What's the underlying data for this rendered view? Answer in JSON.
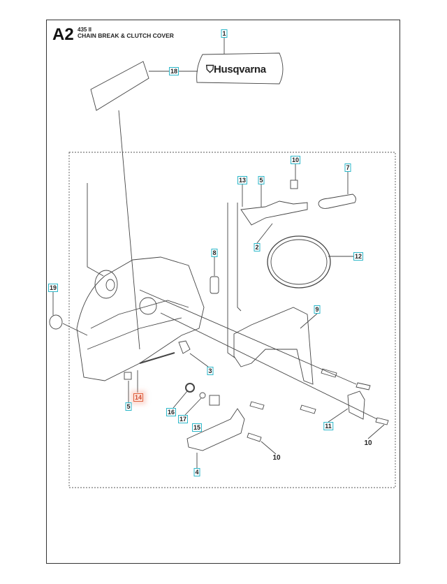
{
  "header": {
    "section_code": "A2",
    "model": "435 II",
    "title": "CHAIN BREAK & CLUTCH COVER"
  },
  "decal_logo_text": "Husqvarna",
  "callouts": [
    {
      "id": "c1",
      "label": "1",
      "style": "box"
    },
    {
      "id": "c18",
      "label": "18",
      "style": "box"
    },
    {
      "id": "c10a",
      "label": "10",
      "style": "box"
    },
    {
      "id": "c7",
      "label": "7",
      "style": "box"
    },
    {
      "id": "c13",
      "label": "13",
      "style": "box"
    },
    {
      "id": "c5a",
      "label": "5",
      "style": "box"
    },
    {
      "id": "c2",
      "label": "2",
      "style": "box"
    },
    {
      "id": "c12",
      "label": "12",
      "style": "box"
    },
    {
      "id": "c8",
      "label": "8",
      "style": "box"
    },
    {
      "id": "c19",
      "label": "19",
      "style": "box"
    },
    {
      "id": "c9",
      "label": "9",
      "style": "box"
    },
    {
      "id": "c3",
      "label": "3",
      "style": "box"
    },
    {
      "id": "c14",
      "label": "14",
      "style": "highlight"
    },
    {
      "id": "c5b",
      "label": "5",
      "style": "box"
    },
    {
      "id": "c16",
      "label": "16",
      "style": "box"
    },
    {
      "id": "c17",
      "label": "17",
      "style": "box"
    },
    {
      "id": "c15",
      "label": "15",
      "style": "box"
    },
    {
      "id": "c4",
      "label": "4",
      "style": "box"
    },
    {
      "id": "c10b",
      "label": "10",
      "style": "plain"
    },
    {
      "id": "c11",
      "label": "11",
      "style": "box"
    },
    {
      "id": "c10c",
      "label": "10",
      "style": "plain"
    }
  ],
  "colors": {
    "callout_border": "#2bb7c9",
    "highlight": "#e0603c",
    "line": "#333333"
  }
}
